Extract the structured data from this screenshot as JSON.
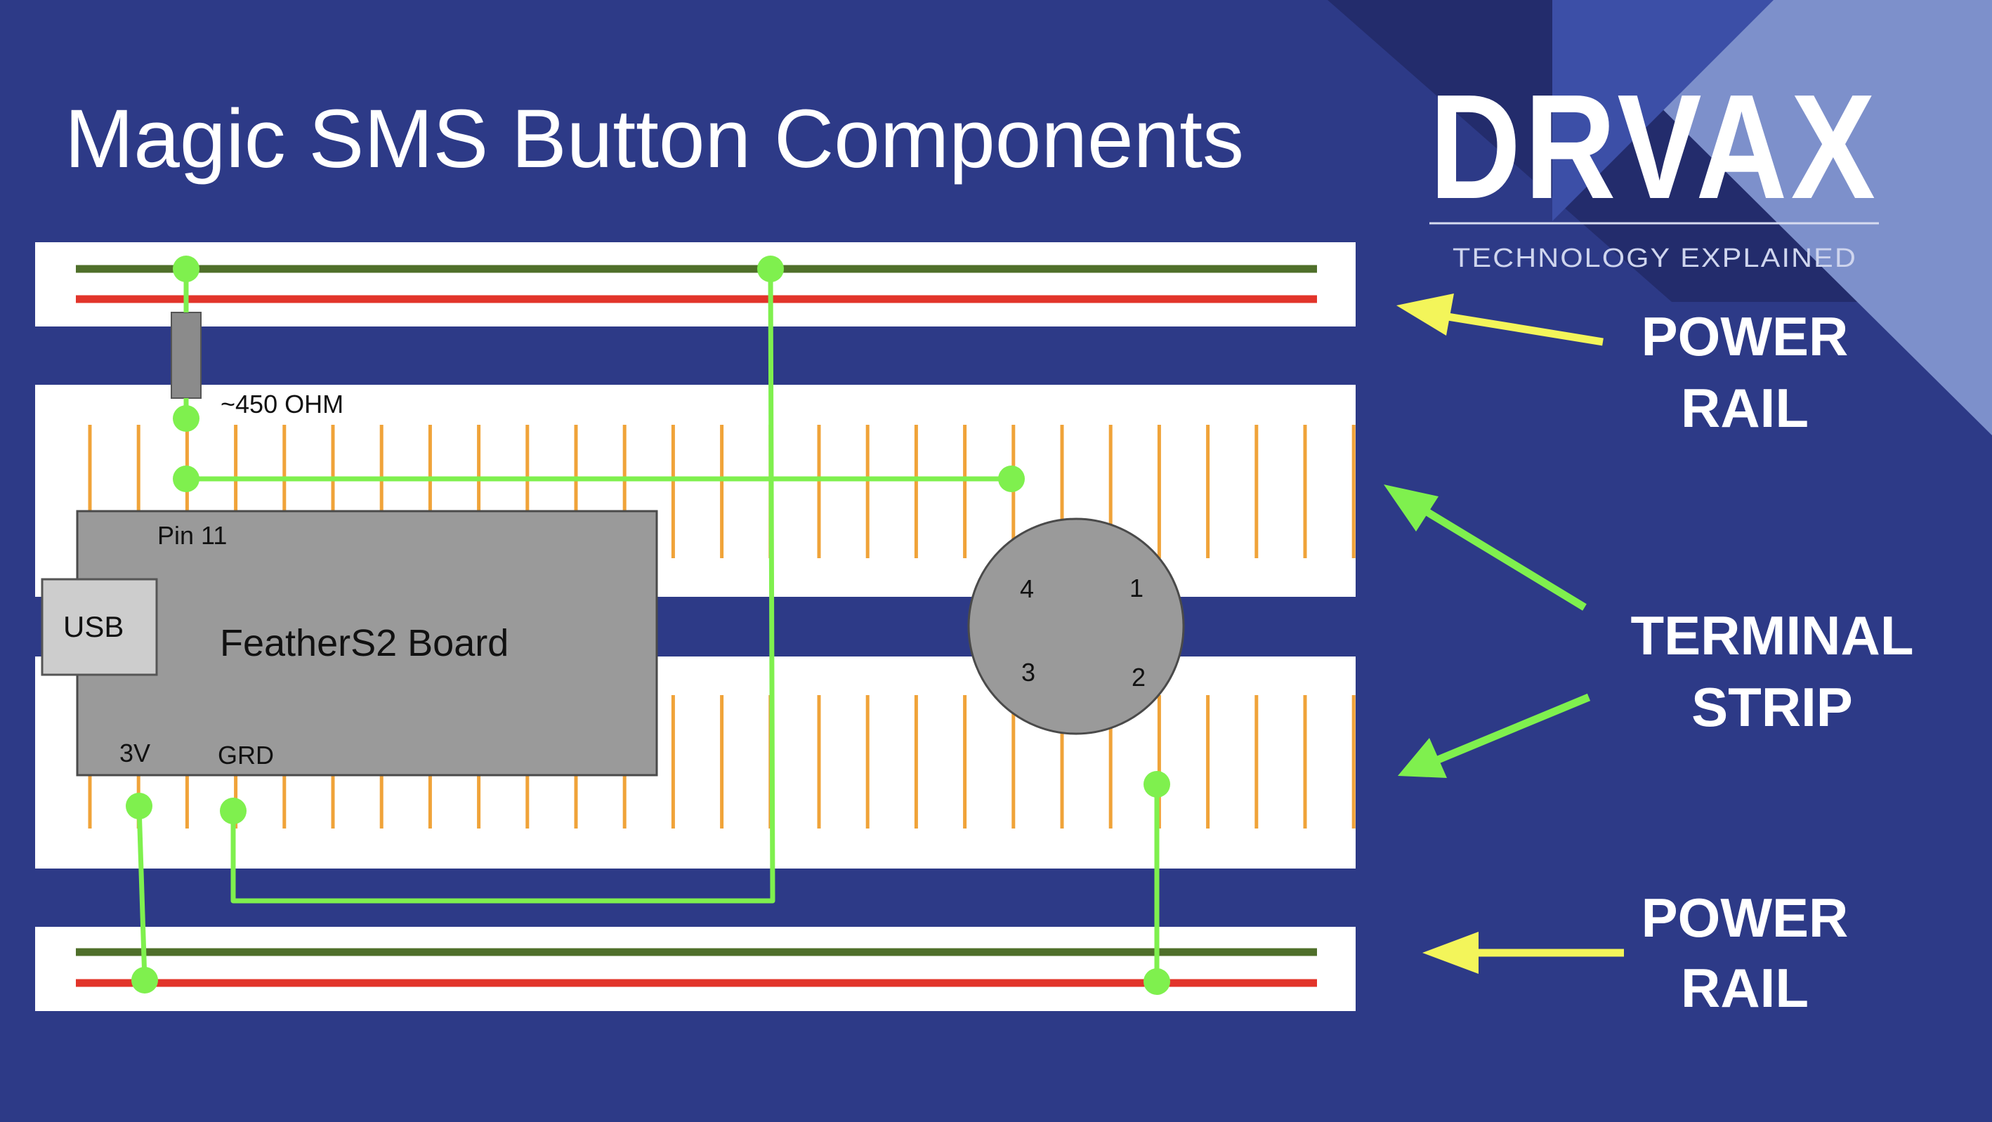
{
  "title": "Magic SMS Button Components",
  "logo": {
    "wordmark": "DRVAX",
    "tagline": "TECHNOLOGY EXPLAINED"
  },
  "components": {
    "resistor_label": "~450 OHM",
    "board_label": "FeatherS2 Board",
    "usb_label": "USB",
    "pin11_label": "Pin 11",
    "pin3v_label": "3V",
    "pingrd_label": "GRD",
    "button_pins": [
      "1",
      "2",
      "3",
      "4"
    ]
  },
  "callouts": {
    "power_rail_top": [
      "POWER",
      "RAIL"
    ],
    "terminal_strip": [
      "TERMINAL",
      "STRIP"
    ],
    "power_rail_bottom": [
      "POWER",
      "RAIL"
    ]
  },
  "colors": {
    "background": "#2d3a87",
    "logo_dark": "#232c6c",
    "logo_light": "#7d90cb",
    "logo_mid": "#3c4fa7",
    "rail_negative": "#4f6f2a",
    "rail_positive": "#e2342a",
    "terminal_slot": "#f0a339",
    "wire": "#7ff04e",
    "arrow_yellow": "#f3f55a",
    "arrow_green": "#7ff04e",
    "board": "#9a9a9a",
    "usb": "#cdcdcd",
    "resistor": "#8b8b8b"
  }
}
